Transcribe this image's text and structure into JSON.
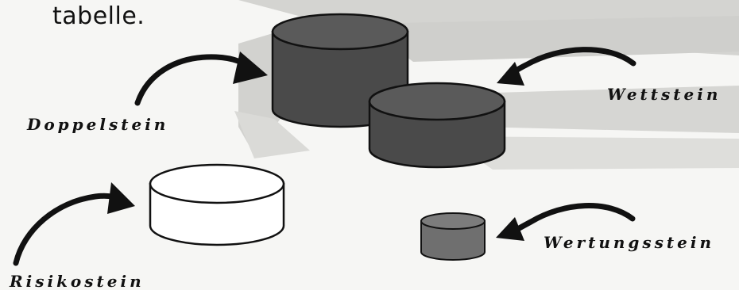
{
  "intro_fragment": "tabelle.",
  "labels": {
    "doppelstein": "Doppelstein",
    "wettstein": "Wettstein",
    "risikostein": "Risikostein",
    "wertungsstein": "Wertungsstein"
  },
  "colors": {
    "dark_stone": "#4a4a4a",
    "dark_stone_top": "#5a5a5a",
    "medium_stone": "#6f6f6f",
    "white_stone": "#ffffff",
    "outline": "#111111",
    "background": "#f6f6f4",
    "background_band": "#d3d3d0"
  }
}
